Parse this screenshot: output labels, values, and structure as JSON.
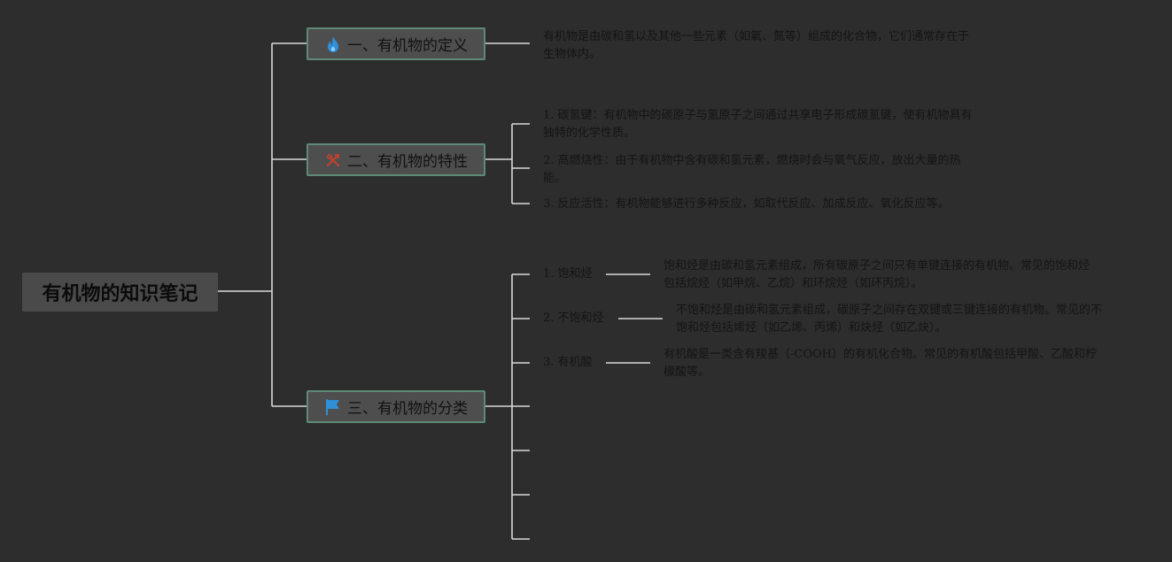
{
  "root": {
    "title": "有机物的知识笔记"
  },
  "branches": [
    {
      "label": "一、有机物的定义",
      "icon": "fire-icon",
      "icon_color": "#2f8fd8",
      "text": "有机物是由碳和氢以及其他一些元素（如氧、氮等）组成的化合物，它们通常存在于生物体内。"
    },
    {
      "label": "二、有机物的特性",
      "icon": "tools-icon",
      "icon_color": "#c2412f",
      "items": [
        "1. 碳氢键：有机物中的碳原子与氢原子之间通过共享电子形成碳氢键，使有机物具有独特的化学性质。",
        "2. 高燃烧性：由于有机物中含有碳和氢元素，燃烧时会与氧气反应，放出大量的热能。",
        "3. 反应活性：有机物能够进行多种反应，如取代反应、加成反应、氧化反应等。"
      ]
    },
    {
      "label": "三、有机物的分类",
      "icon": "flag-icon",
      "icon_color": "#2f8fd8",
      "items": [
        {
          "label": "1. 饱和烃",
          "text": "饱和烃是由碳和氢元素组成，所有碳原子之间只有单键连接的有机物。常见的饱和烃包括烷烃（如甲烷、乙烷）和环烷烃（如环丙烷）。"
        },
        {
          "label": "2. 不饱和烃",
          "text": "不饱和烃是由碳和氢元素组成，碳原子之间存在双键或三键连接的有机物。常见的不饱和烃包括烯烃（如乙烯、丙烯）和炔烃（如乙炔）。"
        },
        {
          "label": "3. 有机酸",
          "text": "有机酸是一类含有羧基（-COOH）的有机化合物。常见的有机酸包括甲酸、乙酸和柠檬酸等。"
        }
      ]
    }
  ],
  "colors": {
    "background": "#2d2d2d",
    "line": "#d9d9d9",
    "node_border": "#5f8a78"
  }
}
